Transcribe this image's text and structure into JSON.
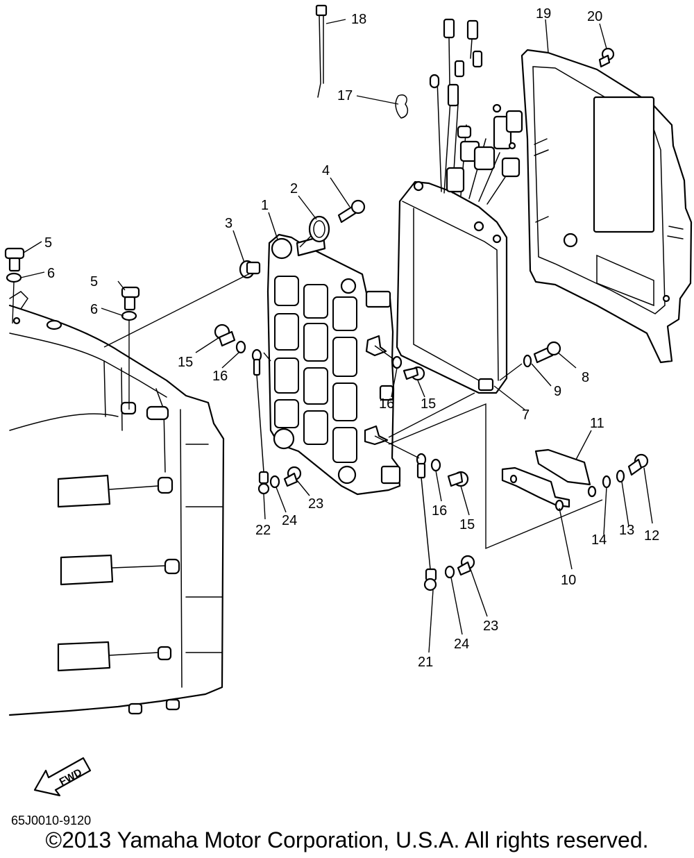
{
  "diagram": {
    "callouts": [
      "1",
      "2",
      "3",
      "4",
      "5",
      "5",
      "6",
      "6",
      "7",
      "8",
      "9",
      "10",
      "11",
      "12",
      "13",
      "14",
      "15",
      "15",
      "15",
      "16",
      "16",
      "16",
      "17",
      "18",
      "19",
      "20",
      "21",
      "22",
      "23",
      "23",
      "24",
      "24"
    ],
    "fwd_label": "FWD",
    "drawing_code": "65J0010-9120",
    "copyright": "©2013 Yamaha Motor Corporation, U.S.A. All rights reserved."
  }
}
